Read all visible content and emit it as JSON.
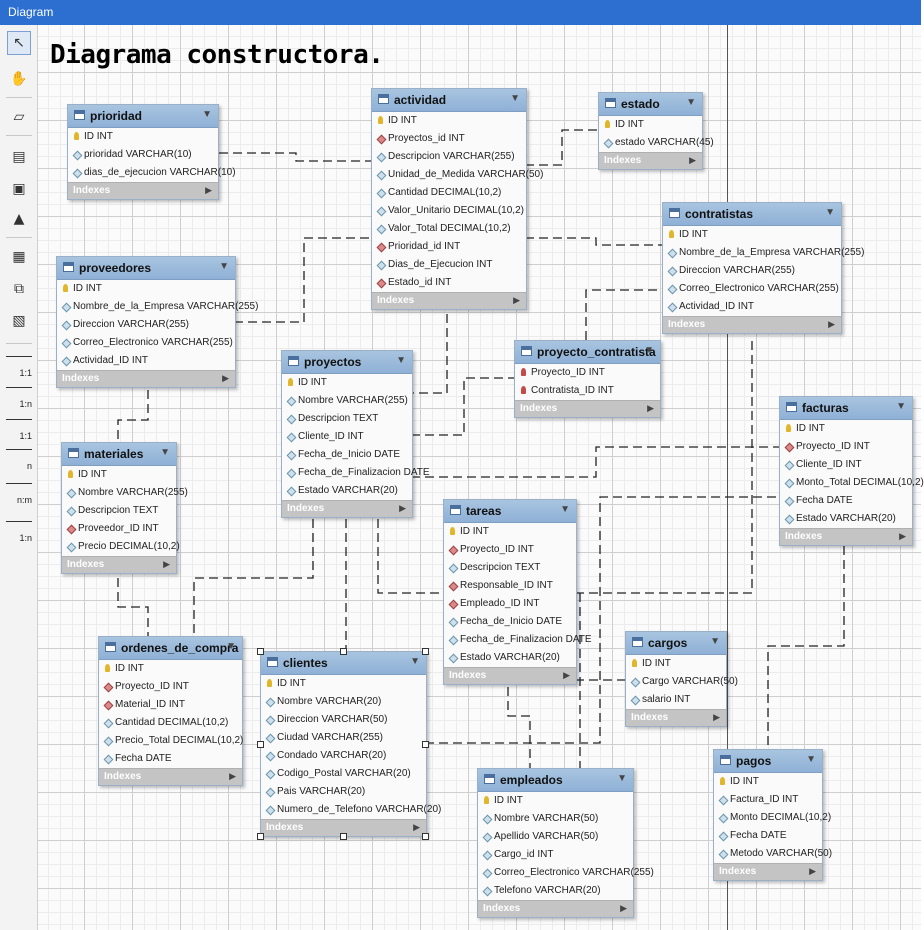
{
  "window": {
    "title": "Diagram"
  },
  "diagram_title": "Diagrama constructora.",
  "toolbar": {
    "tools": [
      "pointer-icon",
      "hand-icon",
      "eraser-icon",
      "layer-icon",
      "note-icon",
      "image-icon",
      "table-icon",
      "view-icon",
      "routine-group-icon"
    ],
    "relations": [
      "1:1",
      "1:n",
      "1:1",
      "n",
      "n:m",
      "1:n"
    ]
  },
  "indexes_label": "Indexes",
  "tables": [
    {
      "id": "prioridad",
      "name": "prioridad",
      "columns": [
        {
          "k": "pk",
          "t": "ID INT"
        },
        {
          "k": "col",
          "t": "prioridad VARCHAR(10)"
        },
        {
          "k": "col",
          "t": "dias_de_ejecucion VARCHAR(10)"
        }
      ]
    },
    {
      "id": "actividad",
      "name": "actividad",
      "columns": [
        {
          "k": "pk",
          "t": "ID INT"
        },
        {
          "k": "fk",
          "t": "Proyectos_id INT"
        },
        {
          "k": "col",
          "t": "Descripcion VARCHAR(255)"
        },
        {
          "k": "col",
          "t": "Unidad_de_Medida VARCHAR(50)"
        },
        {
          "k": "col",
          "t": "Cantidad DECIMAL(10,2)"
        },
        {
          "k": "col",
          "t": "Valor_Unitario DECIMAL(10,2)"
        },
        {
          "k": "col",
          "t": "Valor_Total DECIMAL(10,2)"
        },
        {
          "k": "fk",
          "t": "Prioridad_id INT"
        },
        {
          "k": "col",
          "t": "Dias_de_Ejecucion INT"
        },
        {
          "k": "fk",
          "t": "Estado_id INT"
        }
      ]
    },
    {
      "id": "estado",
      "name": "estado",
      "columns": [
        {
          "k": "pk",
          "t": "ID INT"
        },
        {
          "k": "col",
          "t": "estado VARCHAR(45)"
        }
      ]
    },
    {
      "id": "contratistas",
      "name": "contratistas",
      "columns": [
        {
          "k": "pk",
          "t": "ID INT"
        },
        {
          "k": "col",
          "t": "Nombre_de_la_Empresa VARCHAR(255)"
        },
        {
          "k": "col",
          "t": "Direccion VARCHAR(255)"
        },
        {
          "k": "col",
          "t": "Correo_Electronico VARCHAR(255)"
        },
        {
          "k": "col",
          "t": "Actividad_ID INT"
        }
      ]
    },
    {
      "id": "proveedores",
      "name": "proveedores",
      "columns": [
        {
          "k": "pk",
          "t": "ID INT"
        },
        {
          "k": "col",
          "t": "Nombre_de_la_Empresa VARCHAR(255)"
        },
        {
          "k": "col",
          "t": "Direccion VARCHAR(255)"
        },
        {
          "k": "col",
          "t": "Correo_Electronico VARCHAR(255)"
        },
        {
          "k": "col",
          "t": "Actividad_ID INT"
        }
      ]
    },
    {
      "id": "proyectos",
      "name": "proyectos",
      "columns": [
        {
          "k": "pk",
          "t": "ID INT"
        },
        {
          "k": "col",
          "t": "Nombre VARCHAR(255)"
        },
        {
          "k": "col",
          "t": "Descripcion TEXT"
        },
        {
          "k": "col",
          "t": "Cliente_ID INT"
        },
        {
          "k": "col",
          "t": "Fecha_de_Inicio DATE"
        },
        {
          "k": "col",
          "t": "Fecha_de_Finalizacion DATE"
        },
        {
          "k": "col",
          "t": "Estado VARCHAR(20)"
        }
      ]
    },
    {
      "id": "proyecto_contratista",
      "name": "proyecto_contratista",
      "columns": [
        {
          "k": "pfk",
          "t": "Proyecto_ID INT"
        },
        {
          "k": "pfk",
          "t": "Contratista_ID INT"
        }
      ]
    },
    {
      "id": "facturas",
      "name": "facturas",
      "columns": [
        {
          "k": "pk",
          "t": "ID INT"
        },
        {
          "k": "fk",
          "t": "Proyecto_ID INT"
        },
        {
          "k": "col",
          "t": "Cliente_ID INT"
        },
        {
          "k": "col",
          "t": "Monto_Total DECIMAL(10,2)"
        },
        {
          "k": "col",
          "t": "Fecha DATE"
        },
        {
          "k": "col",
          "t": "Estado VARCHAR(20)"
        }
      ]
    },
    {
      "id": "materiales",
      "name": "materiales",
      "columns": [
        {
          "k": "pk",
          "t": "ID INT"
        },
        {
          "k": "col",
          "t": "Nombre VARCHAR(255)"
        },
        {
          "k": "col",
          "t": "Descripcion TEXT"
        },
        {
          "k": "fk",
          "t": "Proveedor_ID INT"
        },
        {
          "k": "col",
          "t": "Precio DECIMAL(10,2)"
        }
      ]
    },
    {
      "id": "tareas",
      "name": "tareas",
      "columns": [
        {
          "k": "pk",
          "t": "ID INT"
        },
        {
          "k": "fk",
          "t": "Proyecto_ID INT"
        },
        {
          "k": "col",
          "t": "Descripcion TEXT"
        },
        {
          "k": "fk",
          "t": "Responsable_ID INT"
        },
        {
          "k": "fk",
          "t": "Empleado_ID INT"
        },
        {
          "k": "col",
          "t": "Fecha_de_Inicio DATE"
        },
        {
          "k": "col",
          "t": "Fecha_de_Finalizacion DATE"
        },
        {
          "k": "col",
          "t": "Estado VARCHAR(20)"
        }
      ]
    },
    {
      "id": "cargos",
      "name": "cargos",
      "columns": [
        {
          "k": "pk",
          "t": "ID INT"
        },
        {
          "k": "col",
          "t": "Cargo VARCHAR(50)"
        },
        {
          "k": "col",
          "t": "salario INT"
        }
      ]
    },
    {
      "id": "ordenes_de_compra",
      "name": "ordenes_de_compra",
      "columns": [
        {
          "k": "pk",
          "t": "ID INT"
        },
        {
          "k": "fk",
          "t": "Proyecto_ID INT"
        },
        {
          "k": "fk",
          "t": "Material_ID INT"
        },
        {
          "k": "col",
          "t": "Cantidad DECIMAL(10,2)"
        },
        {
          "k": "col",
          "t": "Precio_Total DECIMAL(10,2)"
        },
        {
          "k": "col",
          "t": "Fecha DATE"
        }
      ]
    },
    {
      "id": "clientes",
      "name": "clientes",
      "columns": [
        {
          "k": "pk",
          "t": "ID INT"
        },
        {
          "k": "col",
          "t": "Nombre VARCHAR(20)"
        },
        {
          "k": "col",
          "t": "Direccion VARCHAR(50)"
        },
        {
          "k": "col",
          "t": "Ciudad VARCHAR(255)"
        },
        {
          "k": "col",
          "t": "Condado VARCHAR(20)"
        },
        {
          "k": "col",
          "t": "Codigo_Postal VARCHAR(20)"
        },
        {
          "k": "col",
          "t": "Pais VARCHAR(20)"
        },
        {
          "k": "col",
          "t": "Numero_de_Telefono VARCHAR(20)"
        }
      ]
    },
    {
      "id": "empleados",
      "name": "empleados",
      "columns": [
        {
          "k": "pk",
          "t": "ID INT"
        },
        {
          "k": "col",
          "t": "Nombre VARCHAR(50)"
        },
        {
          "k": "col",
          "t": "Apellido VARCHAR(50)"
        },
        {
          "k": "col",
          "t": "Cargo_id INT"
        },
        {
          "k": "col",
          "t": "Correo_Electronico VARCHAR(255)"
        },
        {
          "k": "col",
          "t": "Telefono VARCHAR(20)"
        }
      ]
    },
    {
      "id": "pagos",
      "name": "pagos",
      "columns": [
        {
          "k": "pk",
          "t": "ID INT"
        },
        {
          "k": "col",
          "t": "Factura_ID INT"
        },
        {
          "k": "col",
          "t": "Monto DECIMAL(10,2)"
        },
        {
          "k": "col",
          "t": "Fecha DATE"
        },
        {
          "k": "col",
          "t": "Metodo VARCHAR(50)"
        }
      ]
    }
  ]
}
